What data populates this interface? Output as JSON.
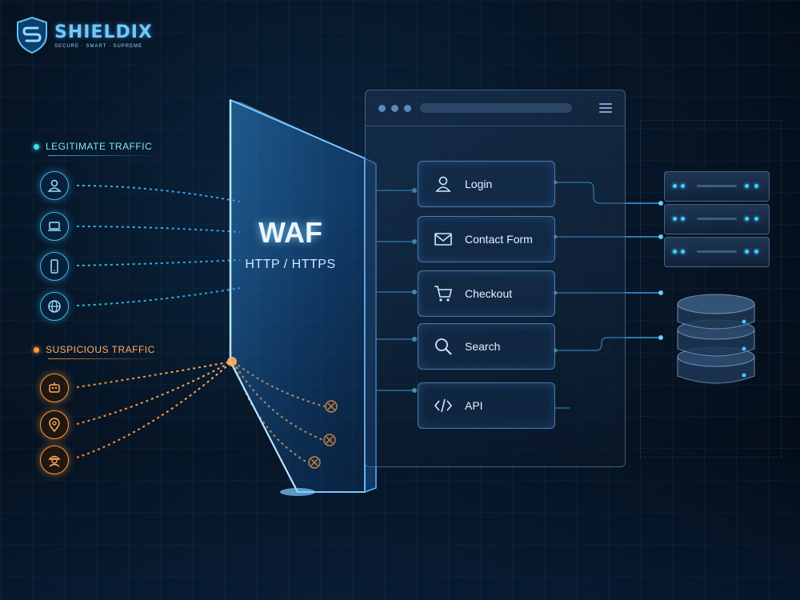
{
  "brand": {
    "name": "SHIELDIX",
    "tagline": "SECURE · SMART · SUPREME"
  },
  "waf": {
    "title": "WAF",
    "subtitle": "HTTP / HTTPS"
  },
  "legend": {
    "legitimate": "LEGITIMATE TRAFFIC",
    "suspicious": "SUSPICIOUS TRAFFIC"
  },
  "sources": {
    "legitimate": [
      {
        "icon": "user-icon"
      },
      {
        "icon": "laptop-icon"
      },
      {
        "icon": "mobile-icon"
      },
      {
        "icon": "globe-icon"
      }
    ],
    "suspicious": [
      {
        "icon": "bot-icon"
      },
      {
        "icon": "location-pin-icon"
      },
      {
        "icon": "hacker-icon"
      }
    ]
  },
  "endpoints": [
    {
      "label": "Login",
      "icon": "user-icon"
    },
    {
      "label": "Contact Form",
      "icon": "mail-icon"
    },
    {
      "label": "Checkout",
      "icon": "cart-icon"
    },
    {
      "label": "Search",
      "icon": "search-icon"
    },
    {
      "label": "API",
      "icon": "code-icon"
    }
  ],
  "backend": {
    "servers": 3,
    "database": "database-icon"
  },
  "colors": {
    "legitimate": "#3ce0e8",
    "suspicious": "#ff9a3c",
    "accent": "#3fb8ff",
    "background": "#061426"
  }
}
